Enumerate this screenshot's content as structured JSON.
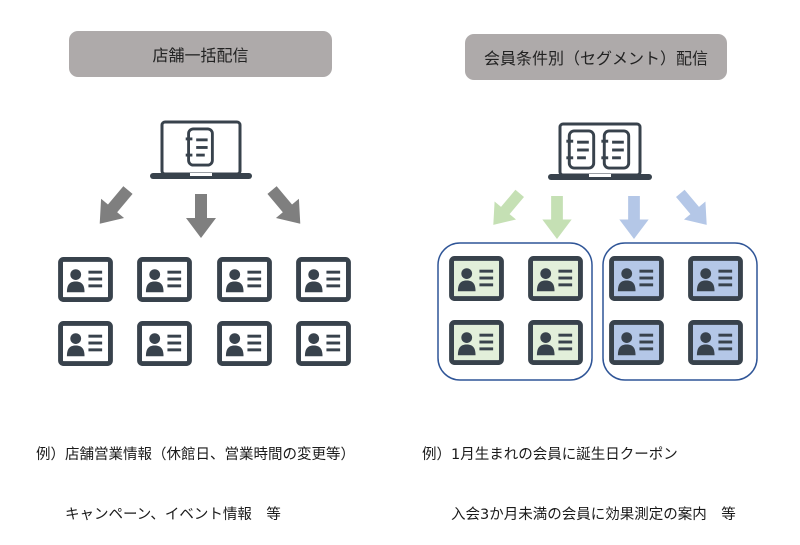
{
  "left_panel": {
    "title": "店舗一括配信",
    "example_prefix": "例）",
    "example_lines": [
      "店舗営業情報（休館日、営業時間の変更等）",
      "キャンペーン、イベント情報　等"
    ],
    "arrow_color": "#7f7f7f",
    "card_fill": "#ffffff",
    "member_cards_count": 8
  },
  "right_panel": {
    "title": "会員条件別（セグメント）配信",
    "example_prefix": "例）",
    "example_lines": [
      "1月生まれの会員に誕生日クーポン",
      "入会3か月未満の会員に効果測定の案内　等"
    ],
    "segments": [
      {
        "name": "segment-a",
        "arrow_color": "#c5e0b4",
        "card_fill": "#e2efda",
        "member_cards_count": 4
      },
      {
        "name": "segment-b",
        "arrow_color": "#b4c7e7",
        "card_fill": "#b4c7e7",
        "member_cards_count": 4
      }
    ],
    "segment_border_color": "#2f5597"
  },
  "colors": {
    "title_bg": "#aeaaaa",
    "icon_dark": "#38424c"
  },
  "icons": {
    "laptop_single": "laptop-with-document-icon",
    "laptop_double": "laptop-with-two-documents-icon",
    "member_card": "member-id-card-icon",
    "arrow": "down-arrow-icon"
  }
}
